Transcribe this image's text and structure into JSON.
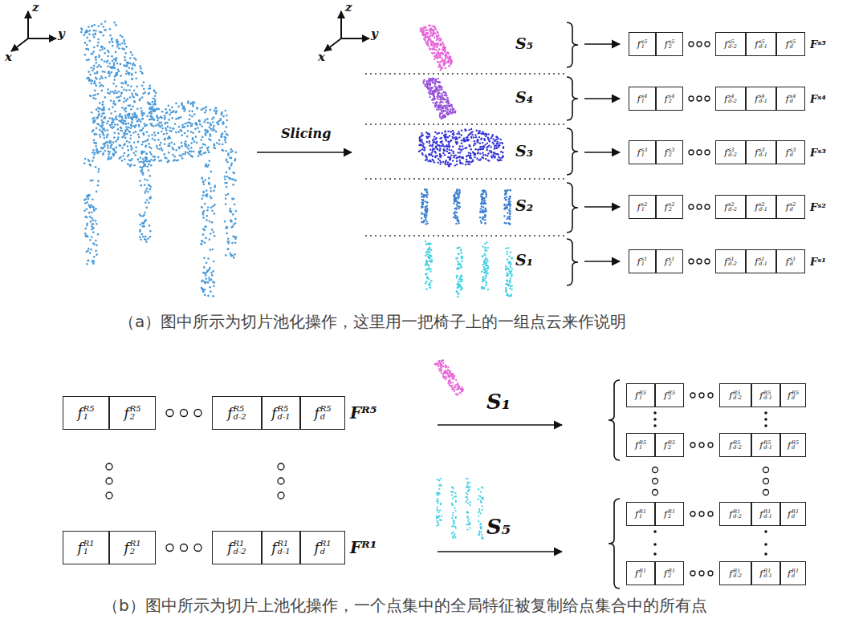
{
  "diagram": {
    "nodes": [
      {
        "text": [
          "f",
          "s5",
          "1"
        ]
      },
      {
        "text": [
          "f",
          "s5",
          "2"
        ]
      },
      {
        "text": [
          "f",
          "s5",
          "d-2"
        ]
      },
      {
        "text": [
          "f",
          "s5",
          "d-1"
        ]
      },
      {
        "text": [
          "f",
          "s5",
          "d"
        ]
      },
      {
        "text": [
          "f",
          "s4",
          "1"
        ]
      },
      {
        "text": [
          "f",
          "s4",
          "2"
        ]
      },
      {
        "text": [
          "f",
          "s4",
          "d-2"
        ]
      },
      {
        "text": [
          "f",
          "s4",
          "d-1"
        ]
      },
      {
        "text": [
          "f",
          "s4",
          "d"
        ]
      },
      {
        "text": [
          "f",
          "s3",
          "1"
        ]
      },
      {
        "text": [
          "f",
          "s3",
          "2"
        ]
      },
      {
        "text": [
          "f",
          "s3",
          "d-2"
        ]
      },
      {
        "text": [
          "f",
          "s3",
          "d-1"
        ]
      },
      {
        "text": [
          "f",
          "s3",
          "d"
        ]
      },
      {
        "text": [
          "f",
          "s2",
          "1"
        ]
      },
      {
        "text": [
          "f",
          "s2",
          "2"
        ]
      },
      {
        "text": [
          "f",
          "s2",
          "d-2"
        ]
      },
      {
        "text": [
          "f",
          "s2",
          "d-1"
        ]
      },
      {
        "text": [
          "f",
          "s2",
          "d"
        ]
      },
      {
        "text": [
          "f",
          "s1",
          "1"
        ]
      },
      {
        "text": [
          "f",
          "s1",
          "2"
        ]
      },
      {
        "text": [
          "f",
          "s1",
          "d-2"
        ]
      },
      {
        "text": [
          "f",
          "s1",
          "d-1"
        ]
      },
      {
        "text": [
          "f",
          "s1",
          "d"
        ]
      },
      {
        "text": [
          "f",
          "R5",
          "1"
        ]
      },
      {
        "text": [
          "f",
          "R5",
          "2"
        ]
      },
      {
        "text": [
          "f",
          "R5",
          "d-2"
        ]
      },
      {
        "text": [
          "f",
          "R5",
          "d-1"
        ]
      },
      {
        "text": [
          "f",
          "R5",
          "d"
        ]
      },
      {
        "text": [
          "f",
          "R5",
          "1"
        ]
      },
      {
        "text": [
          "f",
          "R5",
          "2"
        ]
      },
      {
        "text": [
          "f",
          "R5",
          "d-2"
        ]
      },
      {
        "text": [
          "f",
          "R5",
          "d-1"
        ]
      },
      {
        "text": [
          "f",
          "R5",
          "d"
        ]
      },
      {
        "text": [
          "f",
          "R5",
          "1"
        ]
      },
      {
        "text": [
          "f",
          "R5",
          "2"
        ]
      },
      {
        "text": [
          "f",
          "R5",
          "d-2"
        ]
      },
      {
        "text": [
          "f",
          "R5",
          "d-1"
        ]
      },
      {
        "text": [
          "f",
          "R5",
          "d"
        ]
      },
      {
        "text": [
          "f",
          "R1",
          "1"
        ]
      },
      {
        "text": [
          "f",
          "R1",
          "2"
        ]
      },
      {
        "text": [
          "f",
          "R1",
          "d-2"
        ]
      },
      {
        "text": [
          "f",
          "R1",
          "d-1"
        ]
      },
      {
        "text": [
          "f",
          "R1",
          "d"
        ]
      },
      {
        "text": [
          "f",
          "R1",
          "1"
        ]
      },
      {
        "text": [
          "f",
          "R1",
          "2"
        ]
      },
      {
        "text": [
          "f",
          "R1",
          "d-2"
        ]
      },
      {
        "text": [
          "f",
          "R1",
          "d-1"
        ]
      },
      {
        "text": [
          "f",
          "R1",
          "d"
        ]
      },
      {
        "text": [
          "f",
          "R1",
          "1"
        ]
      },
      {
        "text": [
          "f",
          "R1",
          "2"
        ]
      },
      {
        "text": [
          "f",
          "R1",
          "d-2"
        ]
      },
      {
        "text": [
          "f",
          "R1",
          "d-1"
        ]
      },
      {
        "text": [
          "f",
          "R1",
          "d"
        ]
      }
    ],
    "labels": [
      "z",
      "y",
      "x",
      "z",
      "y",
      "x",
      "Slicing",
      "S₅",
      "Fˢ⁵",
      "S₄",
      "Fˢ⁴",
      "S₃",
      "Fˢ³",
      "S₂",
      "Fˢ²",
      "S₁",
      "Fˢ¹",
      "（a）图中所示为切片池化操作，这里用一把椅子上的一组点云来作说明",
      "Fᴿ⁵",
      "S₁",
      "S₅",
      "Fᴿ¹",
      "（b）图中所示为切片上池化操作，一个点集中的全局特征被复制给点集合中的所有点"
    ]
  }
}
